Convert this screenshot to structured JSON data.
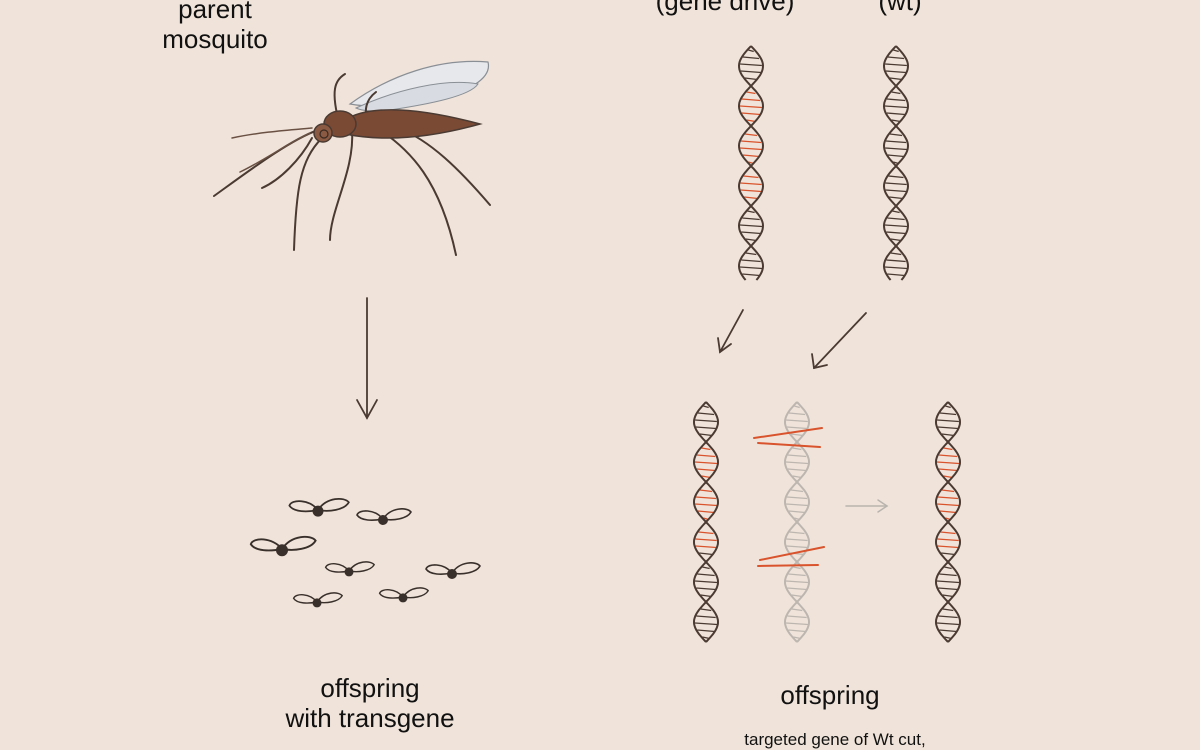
{
  "left": {
    "parent_label_1": "parent",
    "parent_label_2": "mosquito",
    "offspring_label_1": "offspring",
    "offspring_label_2": "with transgene"
  },
  "right": {
    "gene_drive_label": "(gene drive)",
    "wt_label": "(wt)",
    "offspring_label": "offspring",
    "offspring_caption": "targeted gene of Wt cut,"
  },
  "colors": {
    "background": "#f0e4da",
    "dna_strand": "#4a3a32",
    "transgene_rungs": "#d9532c",
    "ghost_dna": "#bdb6b0",
    "mosquito_body": "#7a4a35"
  }
}
